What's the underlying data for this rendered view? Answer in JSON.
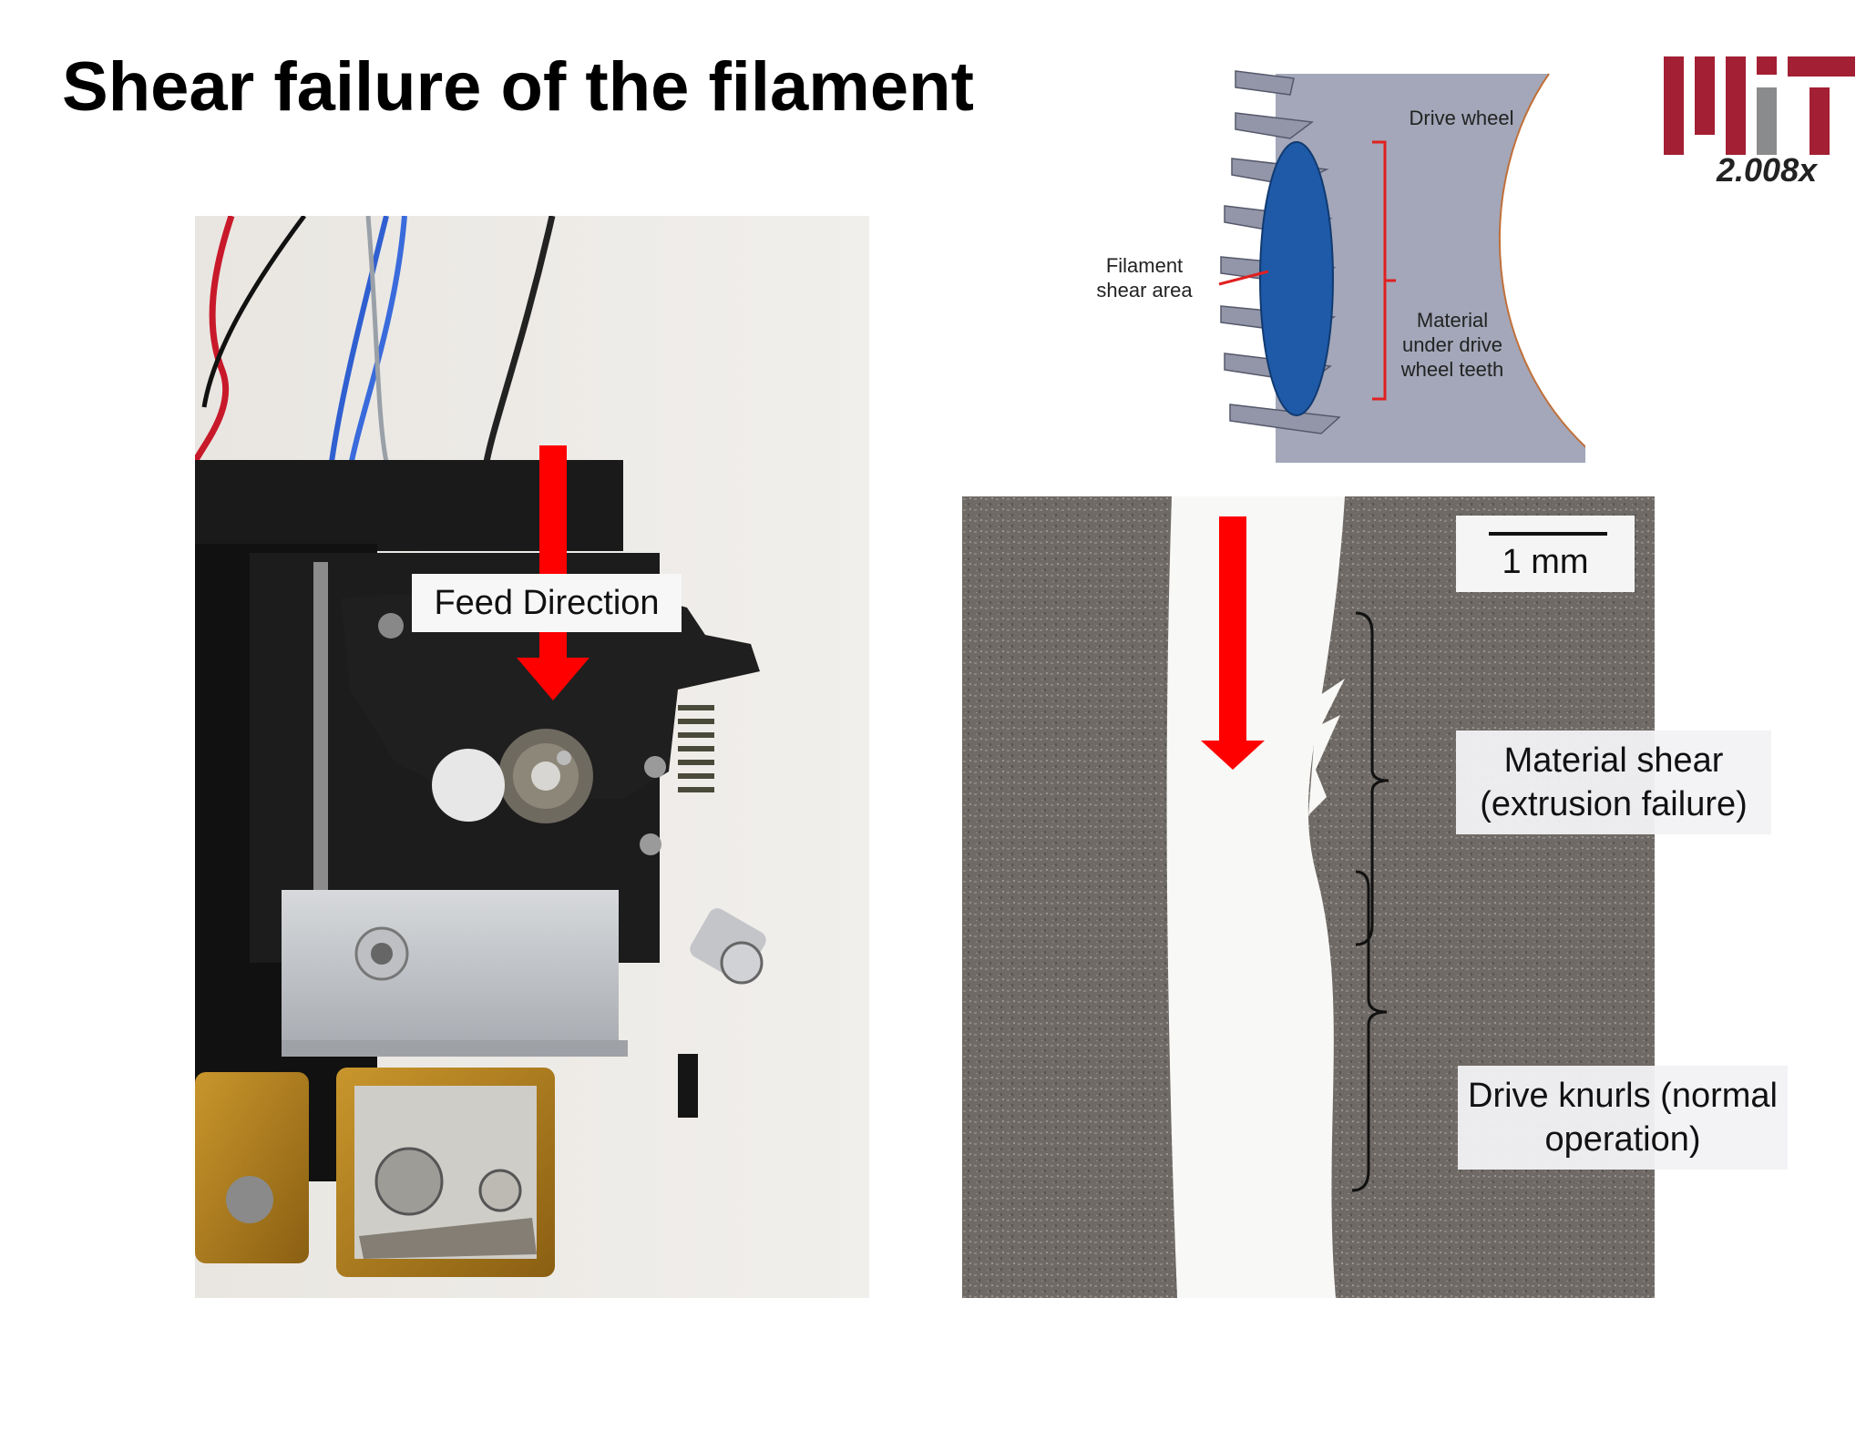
{
  "slide": {
    "title": "Shear failure of the filament",
    "logo": {
      "text": "2.008x",
      "colors": {
        "red": "#a31f34",
        "gray": "#8a8b8c"
      }
    }
  },
  "left_photo": {
    "label": "Feed Direction",
    "arrow_color": "#ff0000"
  },
  "diagram": {
    "drive_wheel_label": "Drive wheel",
    "filament_label": "Filament shear area",
    "material_label": "Material under drive wheel teeth",
    "colors": {
      "wheel": "#a3a7b9",
      "filament": "#1e5aa8",
      "bracket": "#e02020"
    }
  },
  "micrograph": {
    "scale_label": "1 mm",
    "shear_label": "Material shear (extrusion failure)",
    "knurl_label": "Drive knurls (normal operation)",
    "arrow_color": "#ff0000"
  }
}
